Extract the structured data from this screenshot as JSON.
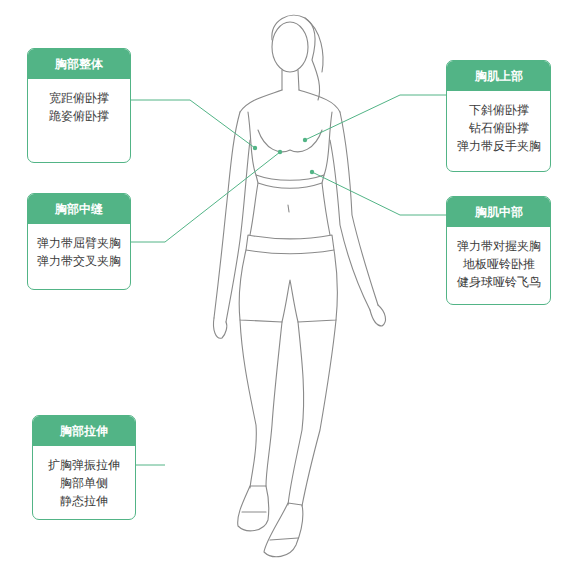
{
  "diagram": {
    "nodes": [
      {
        "text": [
          "胸部整体",
          "宽距俯卧撑 跪姿俯卧撑"
        ]
      },
      {
        "text": [
          "胸肌上部",
          "下斜俯卧撑 钻石俯卧撑 弹力带反手夹胸"
        ]
      },
      {
        "text": [
          "胸部中缝",
          "弹力带屈臂夹胸 弹力带交叉夹胸"
        ]
      },
      {
        "text": [
          "胸肌中部",
          "弹力带对握夹胸 地板哑铃卧推 健身球哑铃飞鸟"
        ]
      },
      {
        "text": [
          "胸部拉伸",
          "扩胸弹振拉伸 胸部单侧 静态拉伸"
        ]
      }
    ]
  }
}
